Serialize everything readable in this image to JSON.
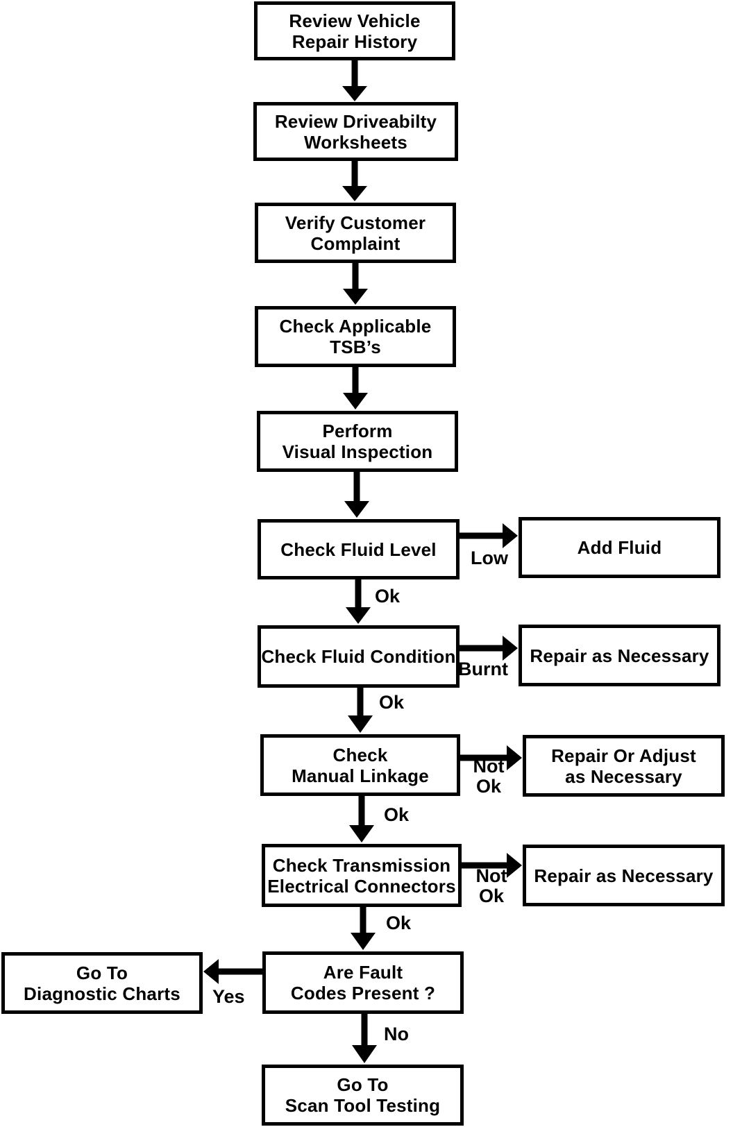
{
  "flowchart": {
    "description": "Automatic transmission diagnostic procedure flowchart",
    "colors": {
      "line": "#000000",
      "background": "#ffffff",
      "text": "#000000"
    },
    "nodes": {
      "review_vehicle_repair_history": {
        "lines": [
          "Review Vehicle",
          "Repair History"
        ]
      },
      "review_driveabilty_worksheets": {
        "lines": [
          "Review Driveabilty",
          "Worksheets"
        ]
      },
      "verify_customer_complaint": {
        "lines": [
          "Verify Customer",
          "Complaint"
        ]
      },
      "check_applicable_tsbs": {
        "lines": [
          "Check Applicable",
          "TSB’s"
        ]
      },
      "perform_visual_inspection": {
        "lines": [
          "Perform",
          "Visual Inspection"
        ]
      },
      "check_fluid_level": {
        "lines": [
          "Check Fluid Level"
        ]
      },
      "check_fluid_condition": {
        "lines": [
          "Check Fluid Condition"
        ]
      },
      "check_manual_linkage": {
        "lines": [
          "Check",
          "Manual Linkage"
        ]
      },
      "check_transmission_electrical_connectors": {
        "lines": [
          "Check Transmission",
          "Electrical Connectors"
        ]
      },
      "are_fault_codes_present": {
        "lines": [
          "Are Fault",
          "Codes Present ?"
        ]
      },
      "go_to_scan_tool_testing": {
        "lines": [
          "Go To",
          "Scan Tool Testing"
        ]
      },
      "add_fluid": {
        "lines": [
          "Add Fluid"
        ]
      },
      "repair_as_necessary_fluid": {
        "lines": [
          "Repair as Necessary"
        ]
      },
      "repair_or_adjust_as_necessary": {
        "lines": [
          "Repair Or Adjust",
          "as Necessary"
        ]
      },
      "repair_as_necessary_connectors": {
        "lines": [
          "Repair as Necessary"
        ]
      },
      "go_to_diagnostic_charts": {
        "lines": [
          "Go To",
          "Diagnostic Charts"
        ]
      }
    },
    "edge_labels": {
      "fluid_level_low": "Low",
      "fluid_level_ok": "Ok",
      "fluid_condition_burnt": "Burnt",
      "fluid_condition_ok": "Ok",
      "manual_linkage_not_ok": {
        "lines": [
          "Not",
          "Ok"
        ]
      },
      "manual_linkage_ok": "Ok",
      "connectors_not_ok": {
        "lines": [
          "Not",
          "Ok"
        ]
      },
      "connectors_ok": "Ok",
      "fault_codes_yes": "Yes",
      "fault_codes_no": "No"
    }
  }
}
